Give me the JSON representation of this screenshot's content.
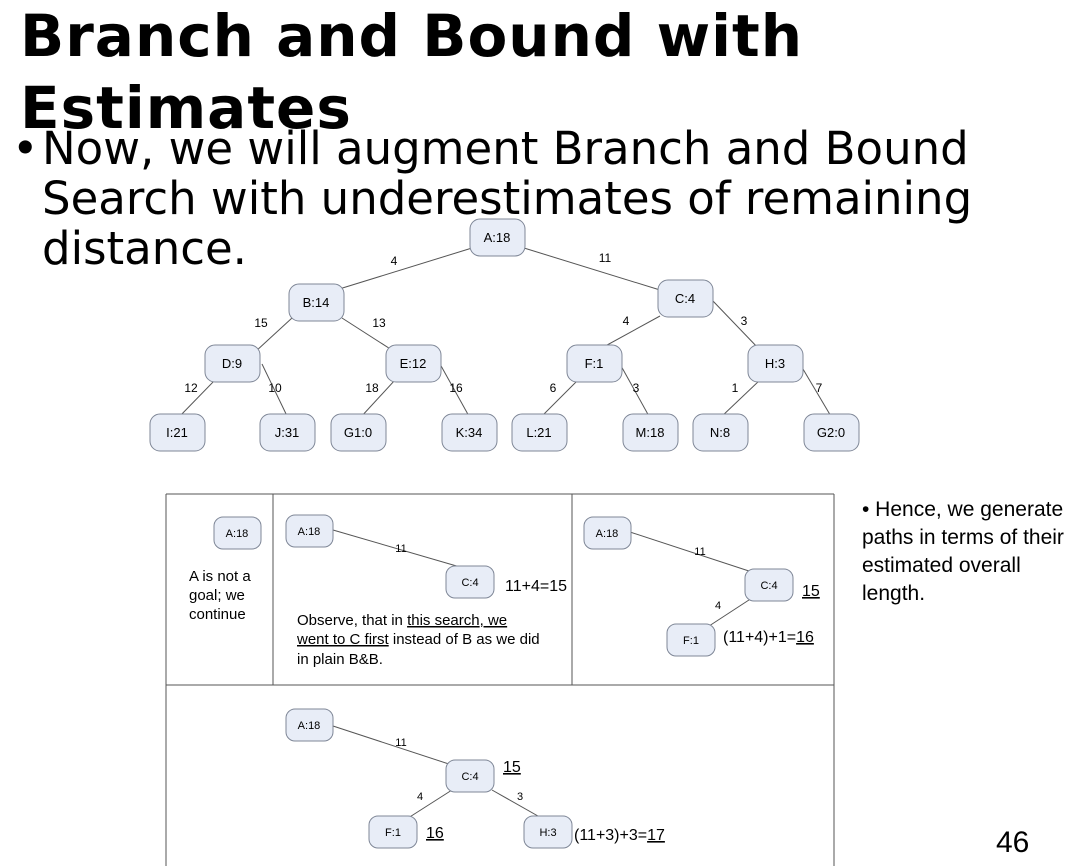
{
  "slide": {
    "title_line1": "Branch and Bound with",
    "title_line2": "Estimates",
    "bullet_marker": "•",
    "bullet_text": "Now, we will augment Branch and Bound Search with underestimates of remaining distance.",
    "side_note": "• Hence, we generate paths in terms of their estimated overall length.",
    "page_number": "46"
  },
  "tree": {
    "nodes": {
      "A": "A:18",
      "B": "B:14",
      "C": "C:4",
      "D": "D:9",
      "E": "E:12",
      "F": "F:1",
      "H": "H:3",
      "I": "I:21",
      "J": "J:31",
      "G1": "G1:0",
      "K": "K:34",
      "L": "L:21",
      "M": "M:18",
      "N": "N:8",
      "G2": "G2:0"
    },
    "edges": {
      "A_B": "4",
      "A_C": "11",
      "B_D": "15",
      "B_E": "13",
      "C_F": "4",
      "C_H": "3",
      "D_I": "12",
      "D_J": "10",
      "E_G1": "18",
      "E_K": "16",
      "F_L": "6",
      "F_M": "3",
      "H_N": "1",
      "H_G2": "7"
    }
  },
  "panels": {
    "p1": {
      "node_a": "A:18",
      "text_line1": "A is not a",
      "text_line2": "goal; we",
      "text_line3": "continue"
    },
    "p2": {
      "node_a": "A:18",
      "node_c": "C:4",
      "edge_ac": "11",
      "calc": "11+4=15",
      "obs_l1a": "Observe",
      "obs_l1b": ", that in ",
      "obs_l1c": "this search",
      "obs_l1d": ", we",
      "obs_l2a": "went to C first",
      "obs_l2b": " instead of B as we did",
      "obs_l3": "in plain B&B."
    },
    "p3": {
      "node_a": "A:18",
      "node_c": "C:4",
      "node_f": "F:1",
      "edge_ac": "11",
      "edge_cf": "4",
      "c_value": "15",
      "f_calc_prefix": "(11+4)+1=",
      "f_calc_value": "16"
    },
    "p4": {
      "node_a": "A:18",
      "node_c": "C:4",
      "node_f": "F:1",
      "node_h": "H:3",
      "edge_ac": "11",
      "edge_cf": "4",
      "edge_ch": "3",
      "c_value": "15",
      "f_value": "16",
      "h_calc_prefix": "(11+3)+3=",
      "h_calc_value": "17"
    }
  }
}
